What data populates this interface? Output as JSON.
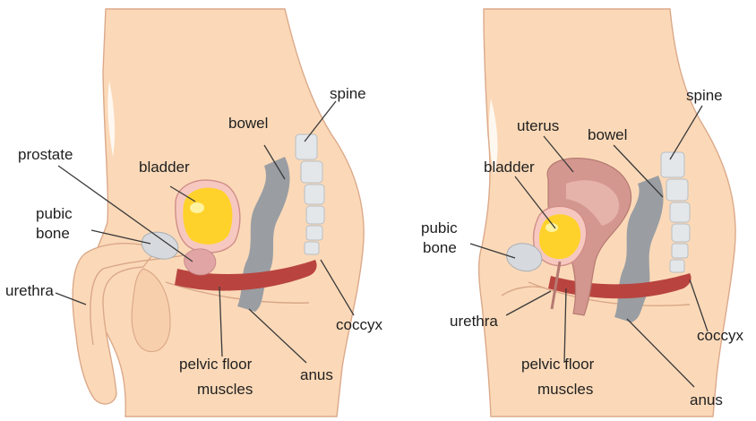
{
  "colors": {
    "skin": "#fbd9b8",
    "skin_outline": "#dba98a",
    "bladder_fill": "#ffd22b",
    "bladder_rim": "#e8a8a0",
    "bone": "#d6dade",
    "bowel": "#9a9ea3",
    "muscle": "#b9443f",
    "prostate": "#e2a5a5",
    "uterus": "#d4978f"
  },
  "male": {
    "labels": {
      "prostate": "prostate",
      "bladder": "bladder",
      "bowel": "bowel",
      "spine": "spine",
      "pubic_bone_1": "pubic",
      "pubic_bone_2": "bone",
      "urethra": "urethra",
      "coccyx": "coccyx",
      "pelvic_floor_1": "pelvic floor",
      "pelvic_floor_2": "muscles",
      "anus": "anus"
    }
  },
  "female": {
    "labels": {
      "spine": "spine",
      "uterus": "uterus",
      "bowel": "bowel",
      "bladder": "bladder",
      "pubic_bone_1": "pubic",
      "pubic_bone_2": "bone",
      "urethra": "urethra",
      "pelvic_floor_1": "pelvic floor",
      "pelvic_floor_2": "muscles",
      "coccyx": "coccyx",
      "anus": "anus"
    }
  }
}
